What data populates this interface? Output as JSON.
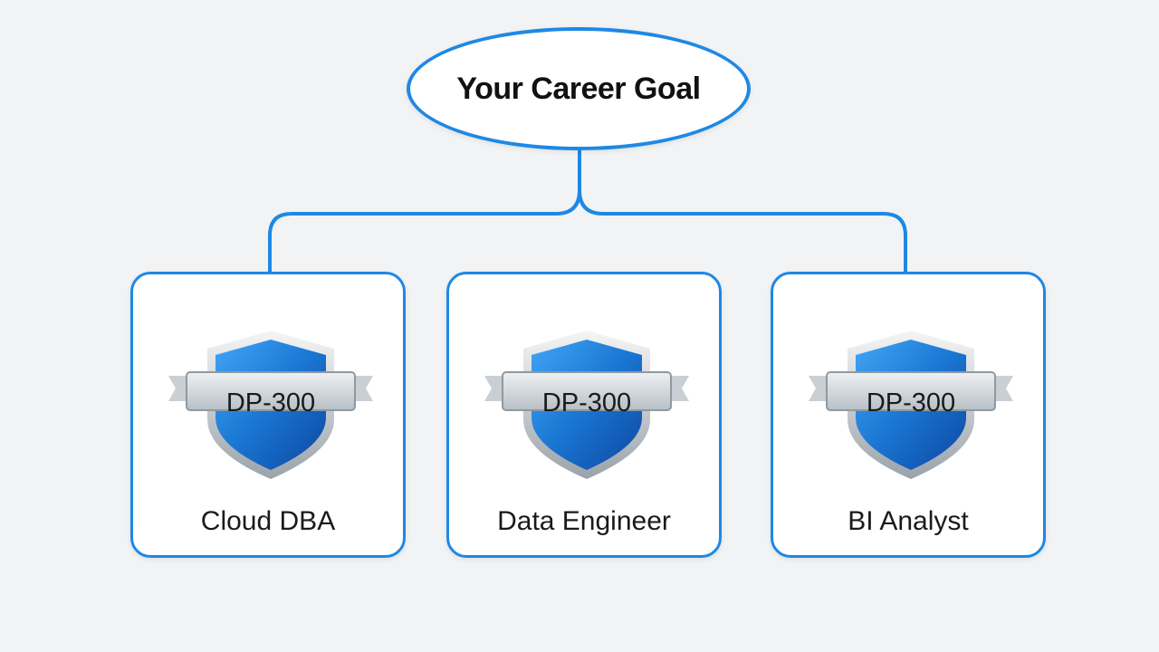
{
  "goal": {
    "label": "Your Career Goal"
  },
  "colors": {
    "accent": "#1e88e5",
    "shield_blue": "#1565c0",
    "background": "#f2f3f4"
  },
  "roles": [
    {
      "badge": "DP-300",
      "label": "Cloud DBA",
      "icon": "shield-badge-icon"
    },
    {
      "badge": "DP-300",
      "label": "Data Engineer",
      "icon": "shield-badge-icon"
    },
    {
      "badge": "DP-300",
      "label": "BI Analyst",
      "icon": "shield-badge-icon"
    }
  ]
}
